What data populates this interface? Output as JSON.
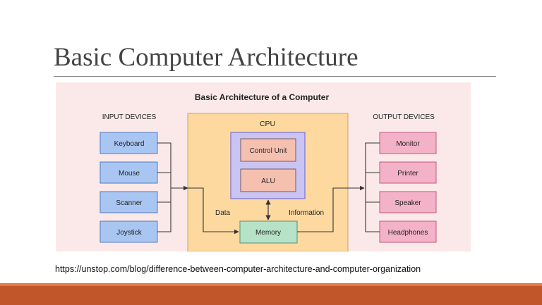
{
  "slide": {
    "title": "Basic Computer Architecture",
    "source_url": "https://unstop.com/blog/difference-between-computer-architecture-and-computer-organization"
  },
  "diagram": {
    "title": "Basic Architecture of a Computer",
    "input_devices": {
      "header": "INPUT DEVICES",
      "items": [
        "Keyboard",
        "Mouse",
        "Scanner",
        "Joystick"
      ]
    },
    "cpu": {
      "label": "CPU",
      "control_unit": "Control Unit",
      "alu": "ALU"
    },
    "memory": "Memory",
    "data_label": "Data",
    "information_label": "Information",
    "output_devices": {
      "header": "OUTPUT DEVICES",
      "items": [
        "Monitor",
        "Printer",
        "Speaker",
        "Headphones"
      ]
    },
    "colors": {
      "background": "#fbe9e9",
      "input_box": "#a9c6f2",
      "outer_box": "#fdd9a0",
      "cpu_box": "#c9c4f4",
      "cu_alu_box": "#f5c0b0",
      "memory_box": "#b6e3c8",
      "output_box": "#f4b2c8"
    }
  }
}
